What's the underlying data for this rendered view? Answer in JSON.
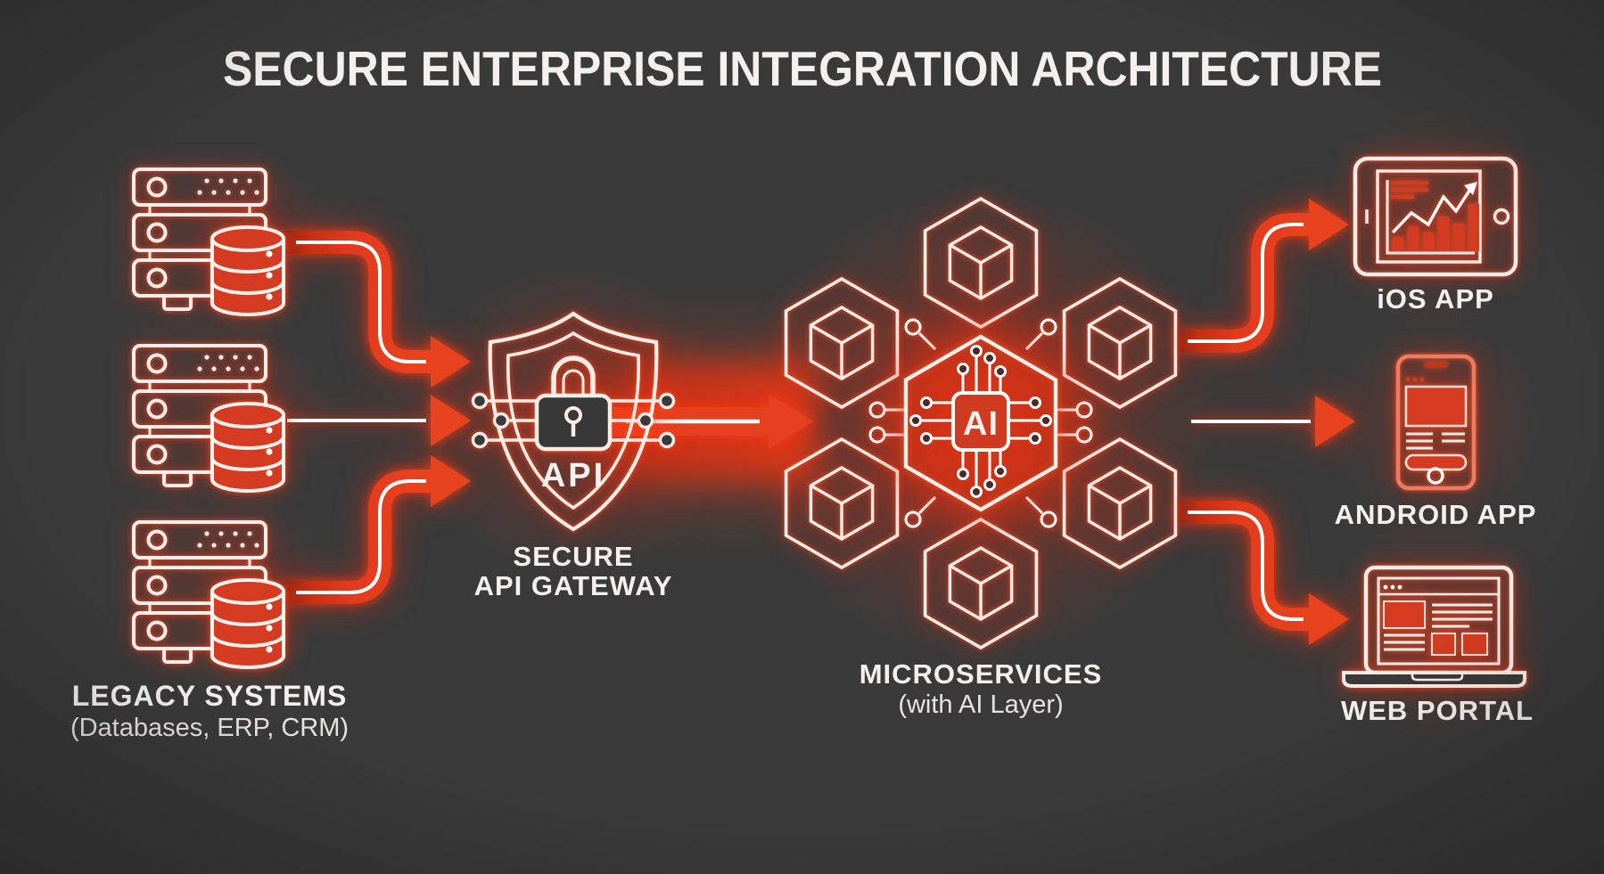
{
  "title": "SECURE ENTERPRISE INTEGRATION ARCHITECTURE",
  "colors": {
    "background": "#3a3a3a",
    "red_fill": "#d43b20",
    "red_arrow": "#e23a1c",
    "salmon_stroke": "#ee7b61",
    "line_white": "#f8edea",
    "text_white": "#f3f0ee",
    "glow_red": "#ff3c14"
  },
  "legacy": {
    "label": "LEGACY SYSTEMS",
    "sublabel": "(Databases, ERP, CRM)",
    "server_count": 3,
    "icon": "server-database-stack-icon"
  },
  "gateway": {
    "label_line1": "SECURE",
    "label_line2": "API GATEWAY",
    "badge": "API",
    "icon": "shield-lock-circuit-icon"
  },
  "microservices": {
    "label": "MICROSERVICES",
    "sublabel": "(with AI Layer)",
    "chip_label": "AI",
    "hexagon_count": 6,
    "icon": "hexagon-cube-cluster-icon"
  },
  "clients": {
    "ios": {
      "label": "iOS APP",
      "icon": "tablet-analytics-icon"
    },
    "android": {
      "label": "ANDROID APP",
      "icon": "smartphone-ui-icon"
    },
    "web": {
      "label": "WEB PORTAL",
      "icon": "laptop-browser-icon"
    }
  }
}
